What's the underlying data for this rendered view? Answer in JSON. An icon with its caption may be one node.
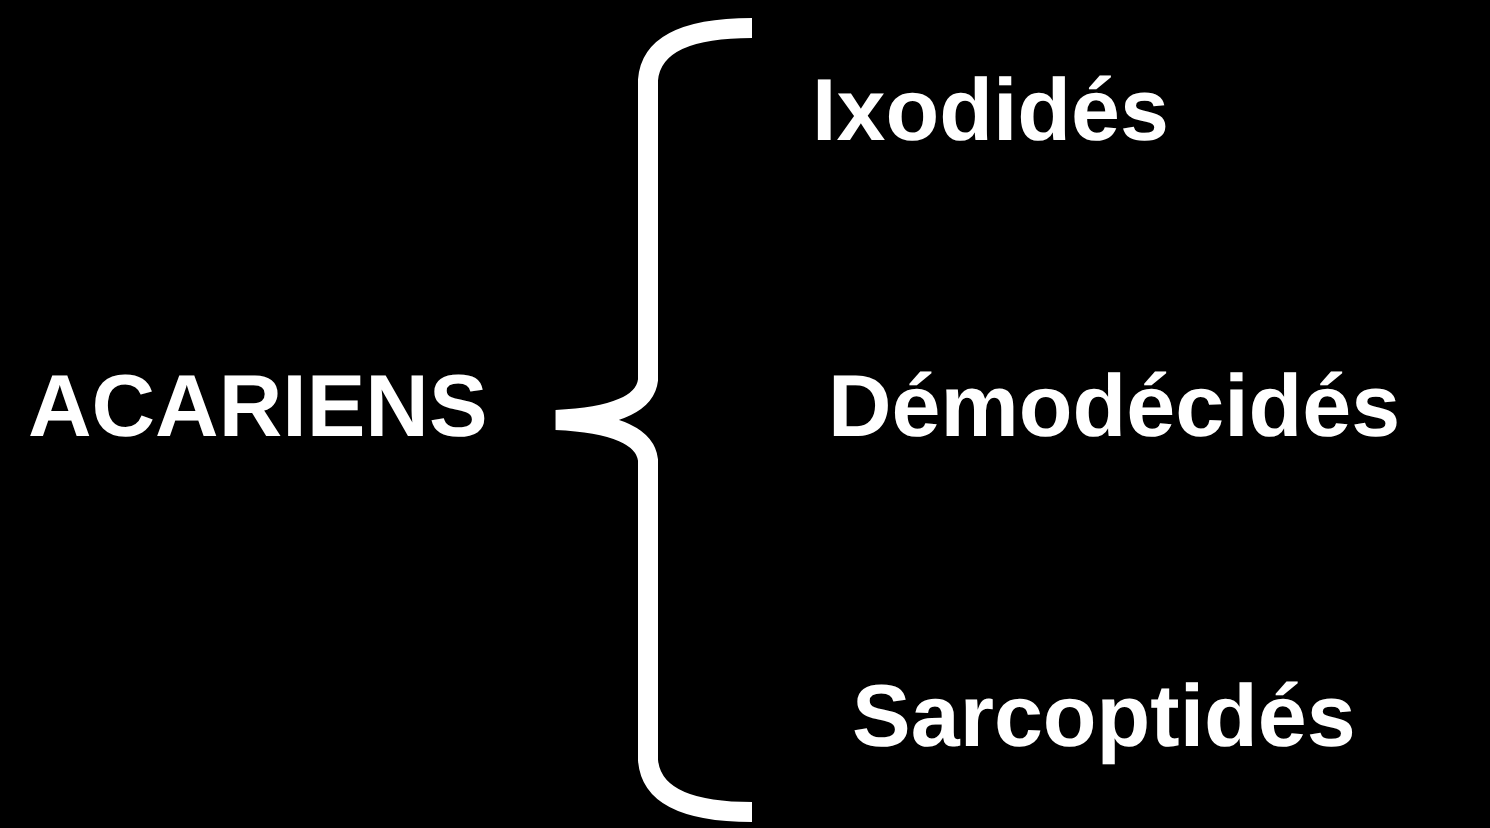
{
  "diagram": {
    "labels": [
      "Ixodidés",
      "ACARIENS",
      "Démodécidés",
      "Sarcoptidés"
    ]
  }
}
